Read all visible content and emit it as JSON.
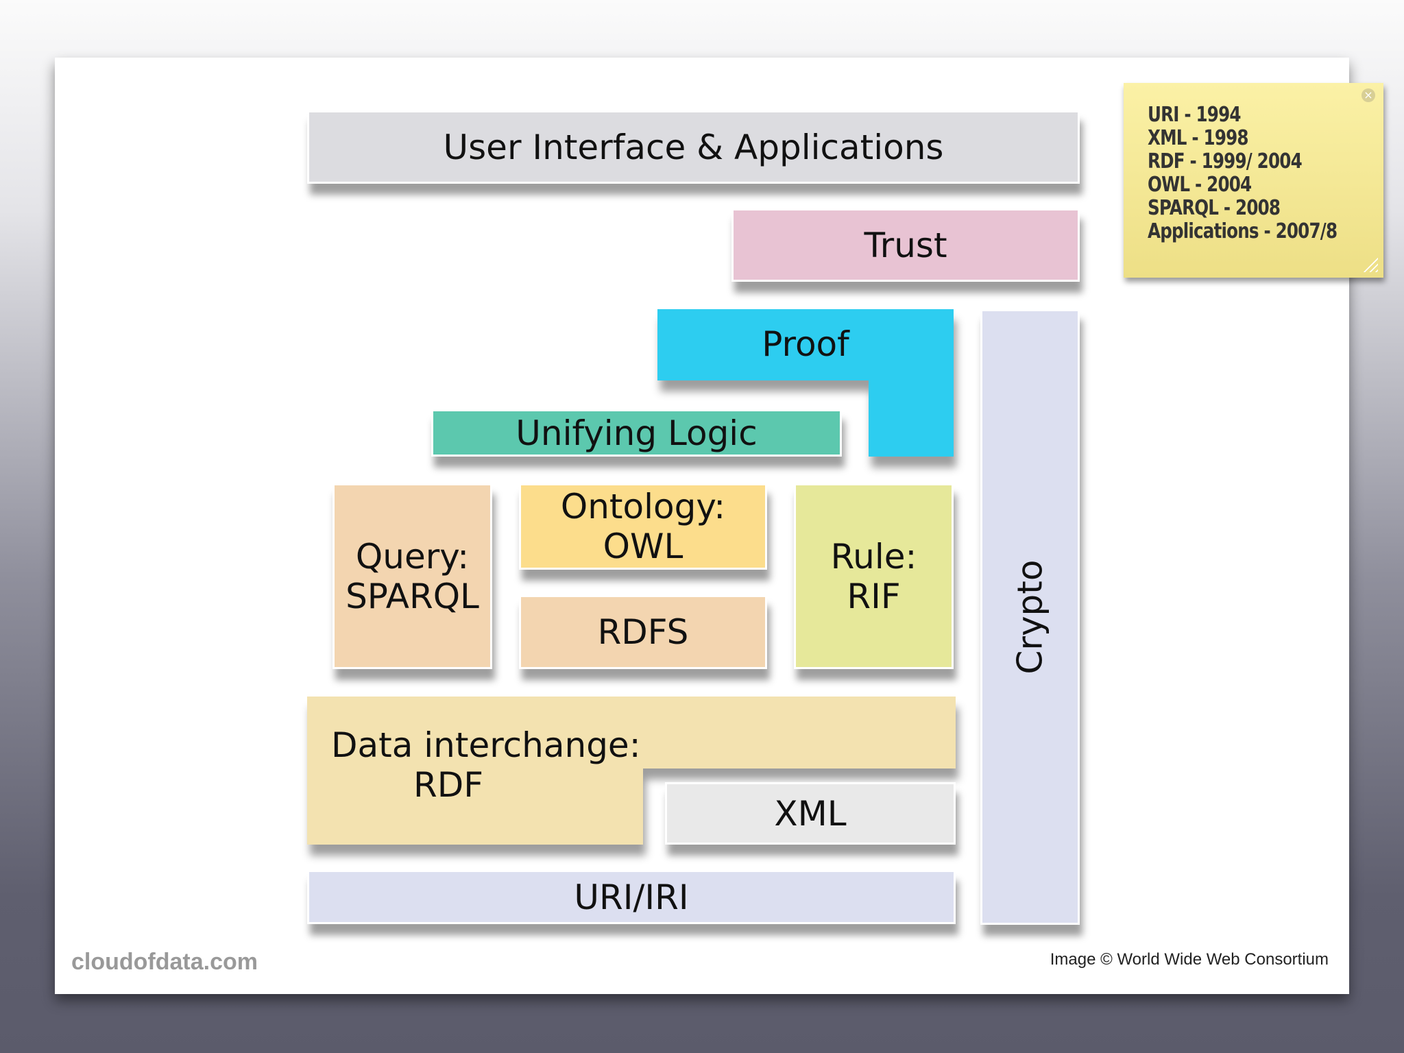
{
  "diagram": {
    "layers": {
      "ui": "User Interface & Applications",
      "trust": "Trust",
      "proof": "Proof",
      "unifying_logic": "Unifying Logic",
      "query_line1": "Query:",
      "query_line2": "SPARQL",
      "ontology_line1": "Ontology:",
      "ontology_line2": "OWL",
      "rdfs": "RDFS",
      "rule_line1": "Rule:",
      "rule_line2": "RIF",
      "data_line1": "Data interchange:",
      "data_line2": "RDF",
      "xml": "XML",
      "uri": "URI/IRI",
      "crypto": "Crypto"
    },
    "colors": {
      "ui": "#dcdce0",
      "trust": "#e8c3d3",
      "proof": "#2dcdf0",
      "unifying_logic": "#5cc8ae",
      "query": "#f3d5b0",
      "ontology": "#fcdd8c",
      "rdfs": "#f3d5b0",
      "rule": "#e6e89a",
      "data": "#f3e2b0",
      "xml": "#e9e9e9",
      "uri": "#dcdff0",
      "crypto": "#dcdff0"
    }
  },
  "sticky_note": {
    "lines": [
      "URI - 1994",
      "XML - 1998",
      "RDF - 1999/ 2004",
      "OWL - 2004",
      "SPARQL - 2008",
      "Applications - 2007/8"
    ],
    "close_icon": "×"
  },
  "footer": {
    "site": "cloudofdata.com",
    "credit": "Image © World Wide Web Consortium"
  }
}
